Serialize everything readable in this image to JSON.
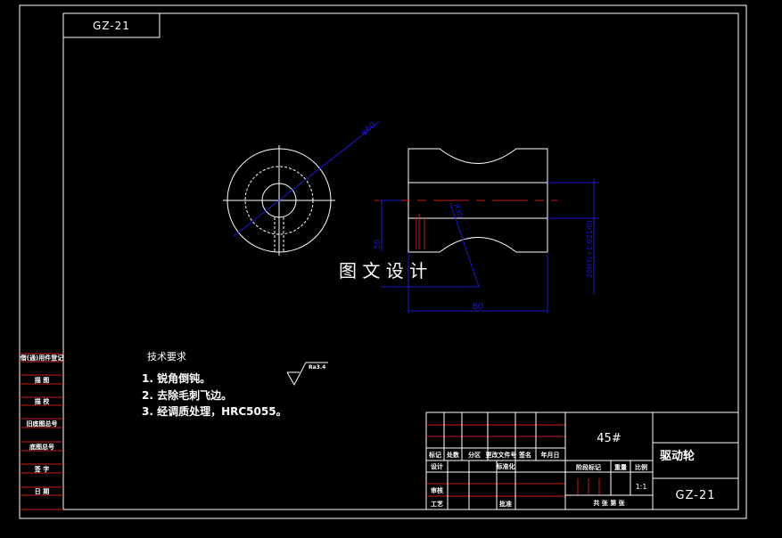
{
  "drawing": {
    "number_tag": "GZ-21",
    "watermark": "图 文 设 计",
    "dimensions": {
      "diameter": "φ60",
      "length": "80",
      "height": "50",
      "bore": "20H7(+0.021/0)",
      "radius": "R30"
    },
    "surface_roughness": "Ra3.4",
    "tech_requirements": {
      "title": "技术要求",
      "items": [
        "1. 锐角倒钝。",
        "2. 去除毛刺飞边。",
        "3. 经调质处理，HRC5055。"
      ]
    },
    "left_strip": [
      "借(通)用件登记",
      "描 图",
      "描 校",
      "旧底图总号",
      "底图总号",
      "签 字",
      "日 期"
    ],
    "title_block": {
      "material": "45#",
      "part_name": "驱动轮",
      "drawing_no": "GZ-21",
      "scale": "1:1",
      "headers": [
        "标记",
        "处数",
        "分区",
        "更改文件号",
        "签名",
        "年月日"
      ],
      "design": "设计",
      "standardize": "标准化",
      "review": "审核",
      "process": "工艺",
      "approve": "批准",
      "stage_mark": "阶段标记",
      "weight": "重量",
      "scale_label": "比例",
      "sheets": "共  张  第  张"
    },
    "colors": {
      "line": "#ffffff",
      "center": "#c81e1e",
      "dimension": "#1a1ad0",
      "background": "#000000"
    }
  }
}
